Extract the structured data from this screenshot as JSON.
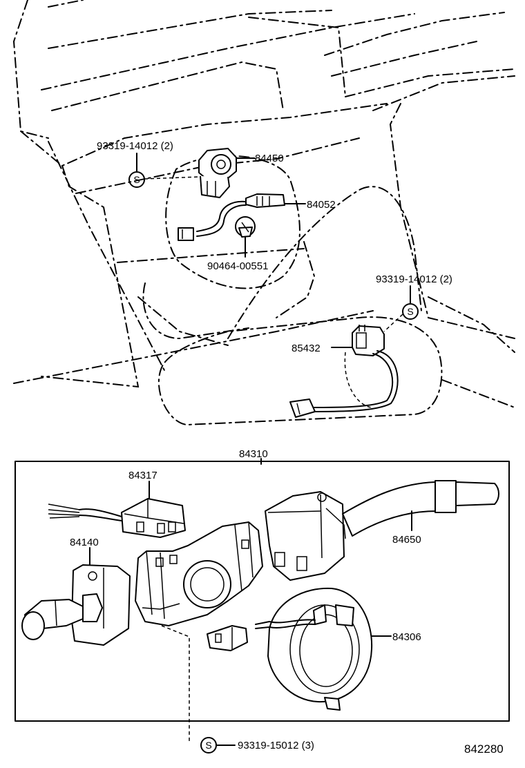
{
  "labels": {
    "p84450": "84450",
    "p84052": "84052",
    "p90464": "90464-00551",
    "p93319_top": "93319-14012 (2)",
    "p93319_mid": "93319-14012 (2)",
    "p85432": "85432",
    "p84310": "84310",
    "p84317": "84317",
    "p84140": "84140",
    "p84650": "84650",
    "p84306": "84306",
    "p93319_bottom": "93319-15012 (3)",
    "diagram_code": "842280"
  },
  "symbols": {
    "s_top": "S",
    "s_mid": "S",
    "s_bottom": "S"
  }
}
